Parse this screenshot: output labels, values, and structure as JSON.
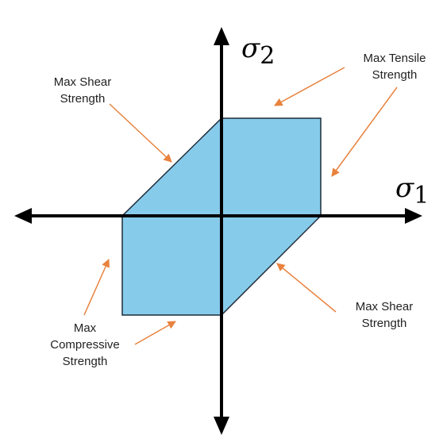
{
  "axes": {
    "x": {
      "symbol": "σ",
      "subscript": "1"
    },
    "y": {
      "symbol": "σ",
      "subscript": "2"
    }
  },
  "labels": {
    "max_shear_top": "Max Shear\nStrength",
    "max_tensile": "Max Tensile\nStrength",
    "max_compressive": "Max\nCompressive\nStrength",
    "max_shear_bottom": "Max Shear\nStrength"
  },
  "colors": {
    "region_fill": "#87CBEB",
    "region_stroke": "#1f2d3a",
    "axis": "#000000",
    "arrow": "#E8823E"
  }
}
